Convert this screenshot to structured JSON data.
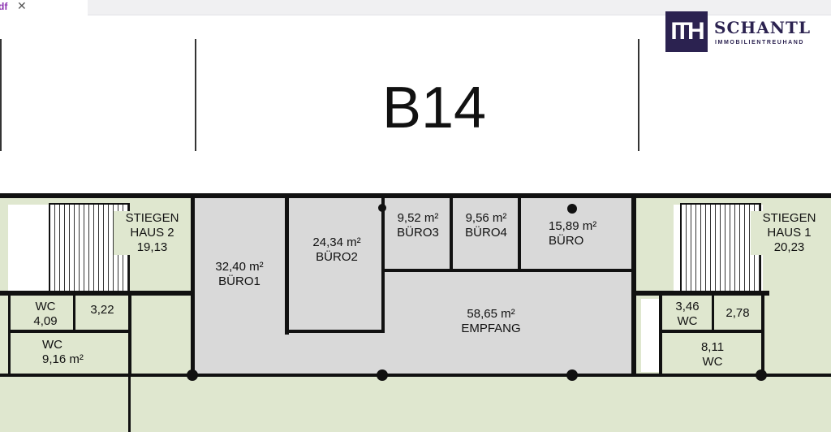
{
  "browser": {
    "tab_label": "df",
    "close_icon": "close-icon"
  },
  "plan": {
    "title": "B14"
  },
  "logo": {
    "mark": "ITH",
    "name": "SCHANTL",
    "tagline": "IMMOBILIENTREUHAND"
  },
  "rooms": {
    "buero1": {
      "area": "32,40 m²",
      "name": "BÜRO1"
    },
    "buero2": {
      "area": "24,34 m²",
      "name": "BÜRO2"
    },
    "buero3": {
      "area": "9,52 m²",
      "name": "BÜRO3"
    },
    "buero4": {
      "area": "9,56 m²",
      "name": "BÜRO4"
    },
    "buero": {
      "area": "15,89 m²",
      "name": "BÜRO"
    },
    "empfang": {
      "area": "58,65 m²",
      "name": "EMPFANG"
    },
    "stiegenhaus2": {
      "name1": "STIEGEN",
      "name2": "HAUS 2",
      "area": "19,13"
    },
    "stiegenhaus1": {
      "name1": "STIEGEN",
      "name2": "HAUS 1",
      "area": "20,23"
    },
    "wc_left_1": {
      "name": "WC",
      "area": "4,09"
    },
    "small_left": {
      "area": "3,22"
    },
    "wc_left_2": {
      "name": "WC",
      "area": "9,16 m²"
    },
    "wc_right_1": {
      "name": "WC",
      "area": "3,46"
    },
    "small_right": {
      "area": "2,78"
    },
    "wc_right_2": {
      "name": "WC",
      "area": "8,11"
    }
  },
  "colors": {
    "office": "#d9d9d9",
    "circulation": "#dfe7cf",
    "brand": "#2b2250",
    "tab_accent": "#8a2fb0"
  }
}
